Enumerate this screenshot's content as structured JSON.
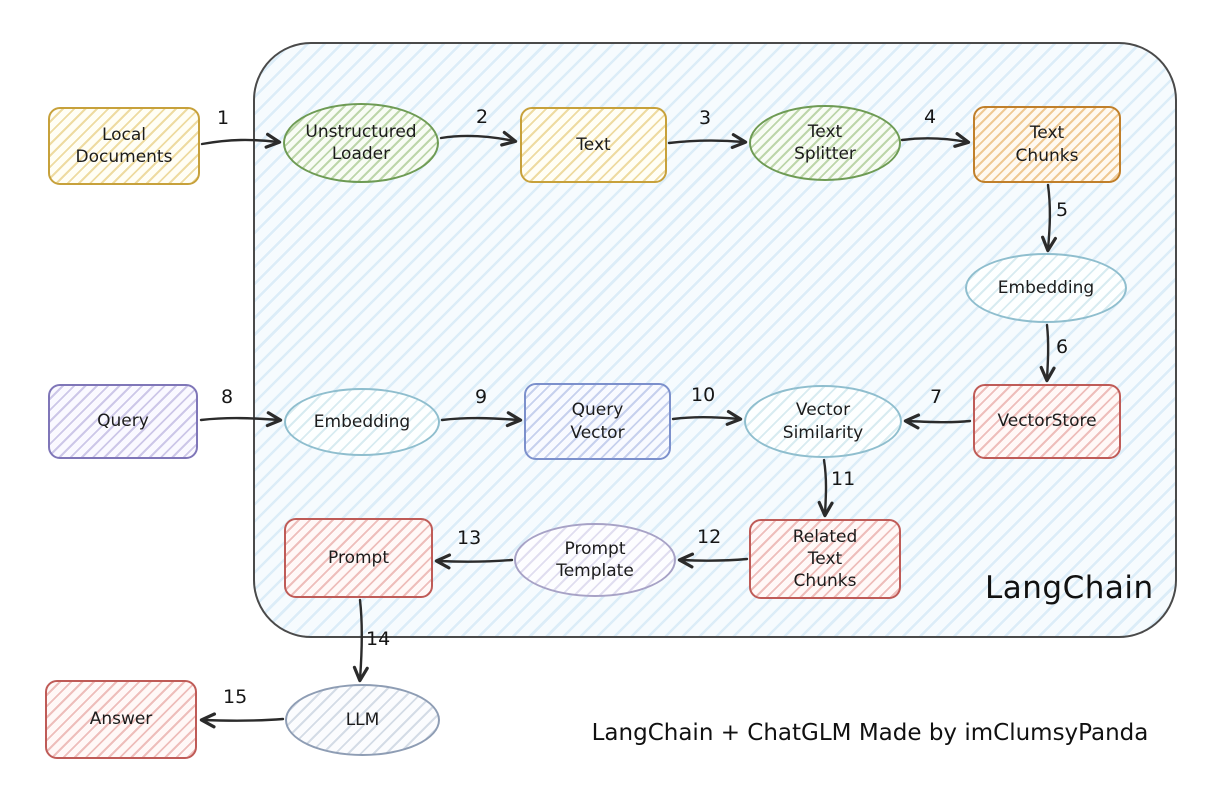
{
  "diagram": {
    "title": "LangChain",
    "caption": "LangChain + ChatGLM Made by imClumsyPanda",
    "nodes": {
      "local_documents": "Local Documents",
      "unstructured_loader": "Unstructured Loader",
      "text": "Text",
      "text_splitter": "Text Splitter",
      "text_chunks": "Text Chunks",
      "embedding_top": "Embedding",
      "vectorstore": "VectorStore",
      "query": "Query",
      "embedding_query": "Embedding",
      "query_vector": "Query Vector",
      "vector_similarity": "Vector Similarity",
      "related_text_chunks": "Related Text Chunks",
      "prompt_template": "Prompt Template",
      "prompt": "Prompt",
      "llm": "LLM",
      "answer": "Answer"
    },
    "edges": [
      {
        "label": "1",
        "from": "local_documents",
        "to": "unstructured_loader"
      },
      {
        "label": "2",
        "from": "unstructured_loader",
        "to": "text"
      },
      {
        "label": "3",
        "from": "text",
        "to": "text_splitter"
      },
      {
        "label": "4",
        "from": "text_splitter",
        "to": "text_chunks"
      },
      {
        "label": "5",
        "from": "text_chunks",
        "to": "embedding_top"
      },
      {
        "label": "6",
        "from": "embedding_top",
        "to": "vectorstore"
      },
      {
        "label": "7",
        "from": "vectorstore",
        "to": "vector_similarity"
      },
      {
        "label": "8",
        "from": "query",
        "to": "embedding_query"
      },
      {
        "label": "9",
        "from": "embedding_query",
        "to": "query_vector"
      },
      {
        "label": "10",
        "from": "query_vector",
        "to": "vector_similarity"
      },
      {
        "label": "11",
        "from": "vector_similarity",
        "to": "related_text_chunks"
      },
      {
        "label": "12",
        "from": "related_text_chunks",
        "to": "prompt_template"
      },
      {
        "label": "13",
        "from": "prompt_template",
        "to": "prompt"
      },
      {
        "label": "14",
        "from": "prompt",
        "to": "llm"
      },
      {
        "label": "15",
        "from": "llm",
        "to": "answer"
      }
    ],
    "colors": {
      "yellow": "#C7A13B",
      "green": "#6E9B54",
      "orange": "#C07F2A",
      "teal": "#8FBECE",
      "red": "#BF5B57",
      "purple": "#7F76B8",
      "blue": "#7C90CC",
      "lavender": "#A7A2C6",
      "slate": "#8E9DB4",
      "container_fill": "#F6FBFE",
      "container_hatch": "#97C8E9",
      "arrow": "#2B2B2B"
    }
  }
}
